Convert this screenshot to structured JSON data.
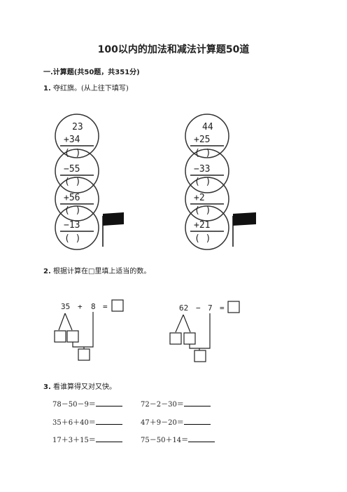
{
  "title": "100以内的加法和减法计算题50道",
  "section": "一.计算题(共50题，共351分)",
  "q1": {
    "num": "1.",
    "text": "夺红旗。(从上往下填写)",
    "ladders": [
      {
        "top": "23",
        "steps": [
          "+34",
          "−55",
          "+56",
          "−13"
        ],
        "blank": "(    )"
      },
      {
        "top": "44",
        "steps": [
          "+25",
          "−33",
          "+2",
          "+21"
        ],
        "blank": "(    )"
      }
    ]
  },
  "q2": {
    "num": "2.",
    "text": "根据计算在□里填上适当的数。",
    "eq1": {
      "a": "35",
      "op": "+",
      "b": "8",
      "eq": "="
    },
    "eq2": {
      "a": "62",
      "op": "−",
      "b": "7",
      "eq": "="
    }
  },
  "q3": {
    "num": "3.",
    "text": "看谁算得又对又快。",
    "rows": [
      [
        "78－50－9＝",
        "72－2－30＝"
      ],
      [
        "35＋6＋40＝",
        "47＋9－20＝"
      ],
      [
        "17＋3＋15＝",
        "75－50＋14＝"
      ]
    ]
  }
}
